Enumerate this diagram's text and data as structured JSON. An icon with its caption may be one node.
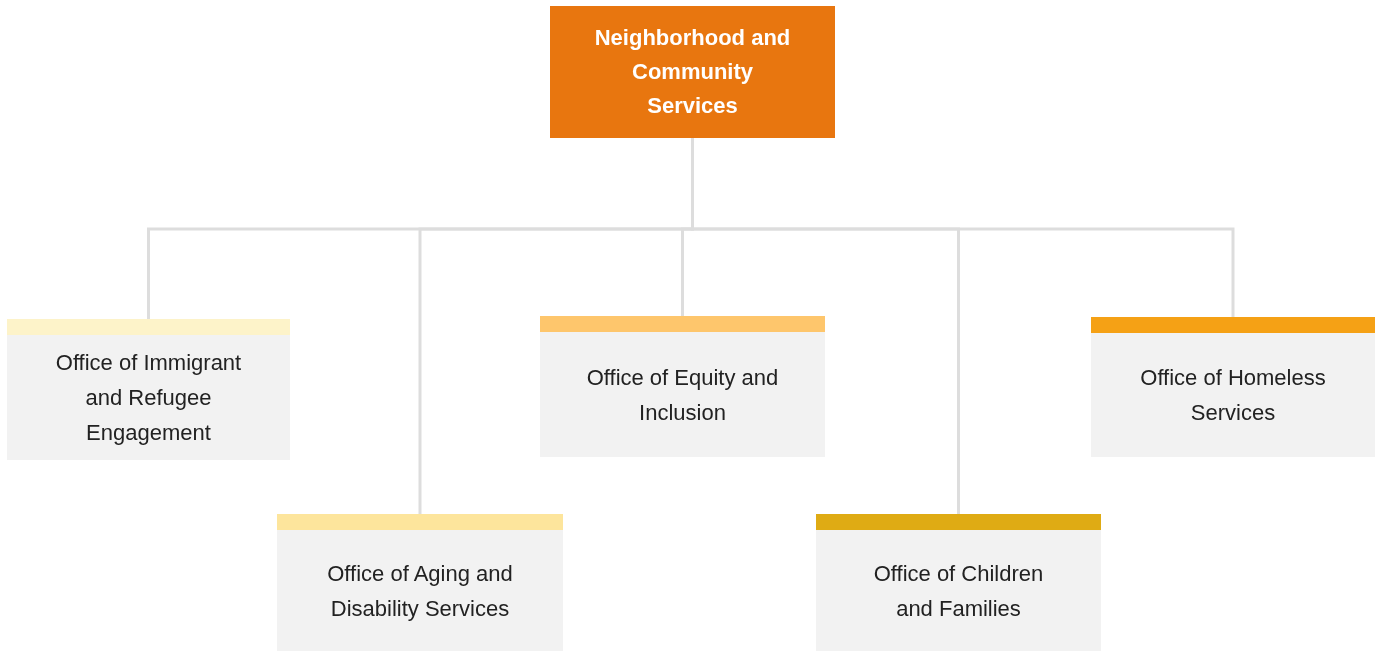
{
  "diagram": {
    "nodes": [
      {
        "text": [
          "Neighborhood and Community Services"
        ]
      },
      {
        "text": [
          "Office of Immigrant and Refugee Engagement"
        ]
      },
      {
        "text": [
          "Office of Aging and Disability Services"
        ]
      },
      {
        "text": [
          "Office of Equity and Inclusion"
        ]
      },
      {
        "text": [
          "Office of Children and Families"
        ]
      },
      {
        "text": [
          "Office of Homeless Services"
        ]
      }
    ],
    "edges": [
      {
        "from": 0,
        "to": 1,
        "arrow": "none"
      },
      {
        "from": 0,
        "to": 2,
        "arrow": "none"
      },
      {
        "from": 0,
        "to": 3,
        "arrow": "none"
      },
      {
        "from": 0,
        "to": 4,
        "arrow": "none"
      },
      {
        "from": 0,
        "to": 5,
        "arrow": "none"
      }
    ]
  }
}
